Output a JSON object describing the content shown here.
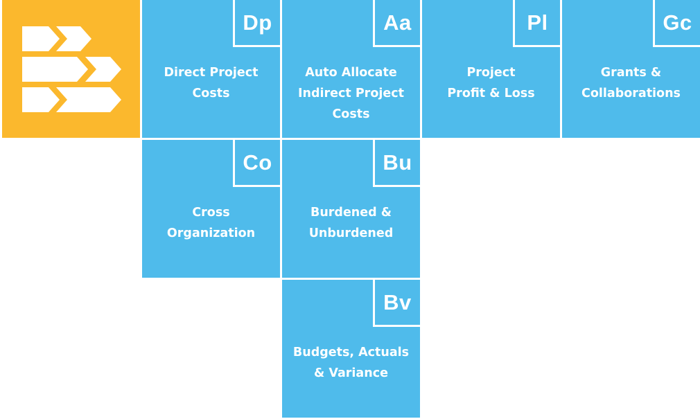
{
  "colors": {
    "logo_tile": "#FBB82D",
    "module_tile": "#4FBBEB",
    "text": "#FFFFFF"
  },
  "logo": {
    "icon": "stacked-arrows-icon"
  },
  "modules": [
    {
      "abbr": "Dp",
      "label": "Direct Project\nCosts"
    },
    {
      "abbr": "Aa",
      "label": "Auto Allocate\nIndirect Project\nCosts"
    },
    {
      "abbr": "Pl",
      "label": "Project\nProfit & Loss"
    },
    {
      "abbr": "Gc",
      "label": "Grants &\nCollaborations"
    },
    {
      "abbr": "Co",
      "label": "Cross\nOrganization"
    },
    {
      "abbr": "Bu",
      "label": "Burdened &\nUnburdened"
    },
    {
      "abbr": "Bv",
      "label": "Budgets, Actuals\n& Variance"
    }
  ]
}
